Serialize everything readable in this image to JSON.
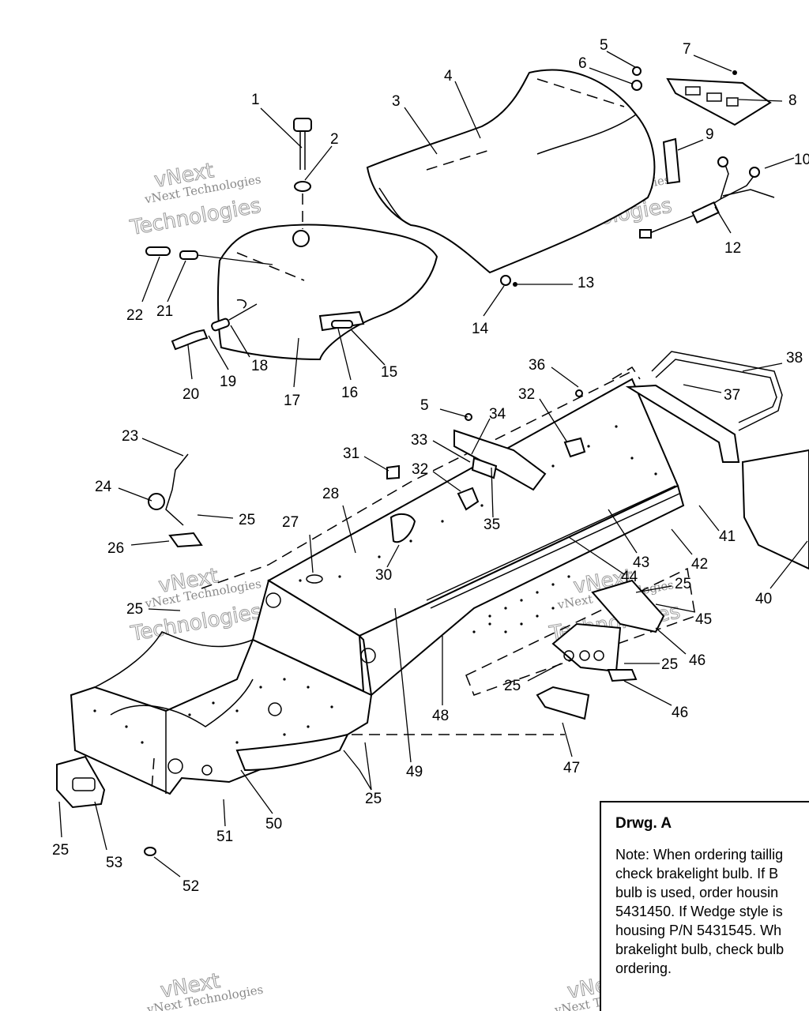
{
  "callouts": {
    "c1": "1",
    "c2": "2",
    "c3": "3",
    "c4": "4",
    "c5a": "5",
    "c5b": "5",
    "c6": "6",
    "c7": "7",
    "c8": "8",
    "c9": "9",
    "c10": "10",
    "c12": "12",
    "c13": "13",
    "c14": "14",
    "c15": "15",
    "c16": "16",
    "c17": "17",
    "c18": "18",
    "c19": "19",
    "c20": "20",
    "c21": "21",
    "c22": "22",
    "c23": "23",
    "c24": "24",
    "c25a": "25",
    "c25b": "25",
    "c25c": "25",
    "c25d": "25",
    "c25e": "25",
    "c25f": "25",
    "c25g": "25",
    "c26": "26",
    "c27": "27",
    "c28": "28",
    "c30": "30",
    "c31": "31",
    "c32a": "32",
    "c32b": "32",
    "c33": "33",
    "c34": "34",
    "c35": "35",
    "c36": "36",
    "c37": "37",
    "c38": "38",
    "c40": "40",
    "c41": "41",
    "c42": "42",
    "c43": "43",
    "c44": "44",
    "c45": "45",
    "c46a": "46",
    "c46b": "46",
    "c47": "47",
    "c48": "48",
    "c49": "49",
    "c50": "50",
    "c51": "51",
    "c52": "52",
    "c53": "53"
  },
  "watermark": {
    "line1": "vNext Technologies",
    "line2": "vNext",
    "line3": "Technologies"
  },
  "note": {
    "title": "Drwg. A",
    "lines": [
      "Note: When ordering taillig",
      "check brakelight bulb.  If B",
      "bulb is  used, order housin",
      "5431450.  If Wedge style is",
      "housing P/N 5431545.  Wh",
      "brakelight bulb, check bulb",
      "ordering."
    ]
  }
}
